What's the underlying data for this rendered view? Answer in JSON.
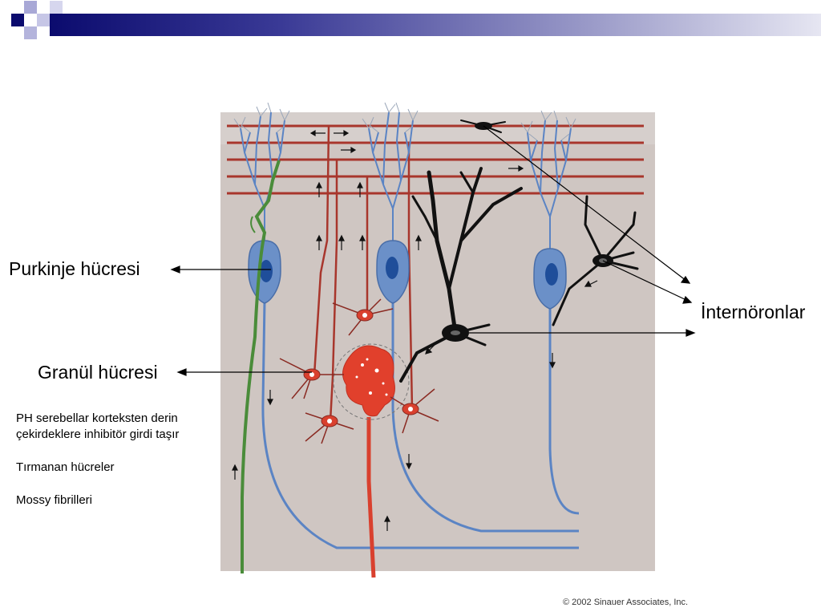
{
  "labels": {
    "purkinje": "Purkinje hücresi",
    "granule": "Granül hücresi",
    "interneurons": "İnternöronlar"
  },
  "notes": {
    "line1": "PH serebellar korteksten derin",
    "line2": "çekirdeklere inhibitör girdi taşır",
    "climbing": "Tırmanan hücreler",
    "mossy": "Mossy fibrilleri"
  },
  "copyright": "© 2002 Sinauer Associates, Inc.",
  "colors": {
    "purkinje": "#5b84c4",
    "parallel_fiber": "#a8362c",
    "granule": "#d9402e",
    "climbing_fiber": "#4a8c3a",
    "interneuron": "#111111",
    "background": "#cfc6c2",
    "header": "#0b0b6e"
  }
}
